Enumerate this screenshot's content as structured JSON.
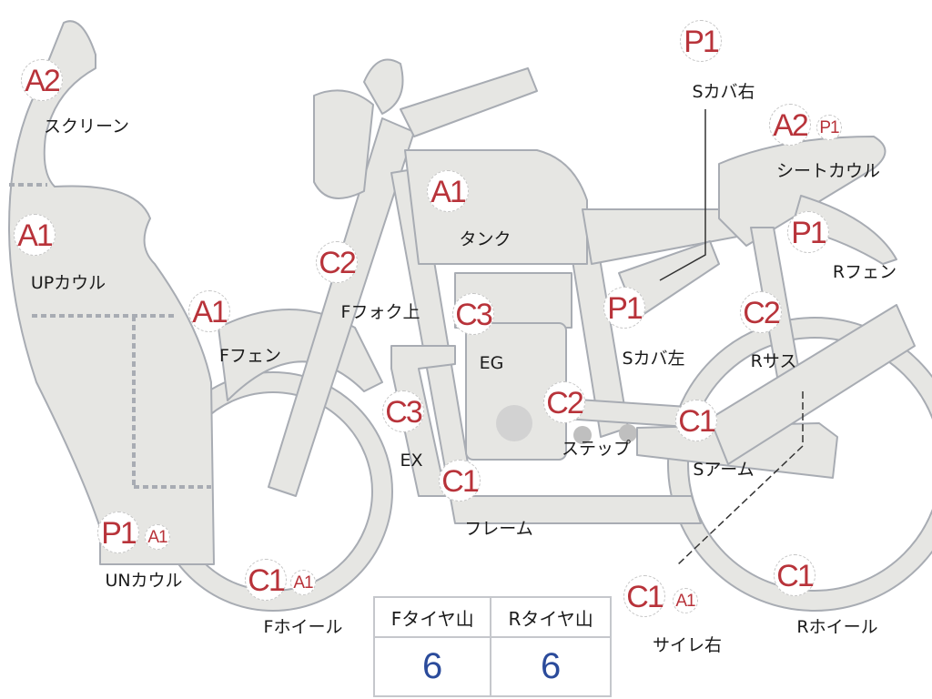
{
  "parts": [
    {
      "id": "screen",
      "label": "スクリーン",
      "grade": "A2"
    },
    {
      "id": "up-cowl",
      "label": "UPカウル",
      "grade": "A1"
    },
    {
      "id": "f-fender",
      "label": "Fフェン",
      "grade": "A1"
    },
    {
      "id": "f-fork-upper",
      "label": "Fフォク上",
      "grade": "C2"
    },
    {
      "id": "tank",
      "label": "タンク",
      "grade": "A1"
    },
    {
      "id": "engine",
      "label": "EG",
      "grade": "C3"
    },
    {
      "id": "exhaust",
      "label": "EX",
      "grade": "C3"
    },
    {
      "id": "step",
      "label": "ステップ",
      "grade": "C2"
    },
    {
      "id": "frame",
      "label": "フレーム",
      "grade": "C1"
    },
    {
      "id": "s-cover-right",
      "label": "Sカバ右",
      "grade": "P1"
    },
    {
      "id": "seat-cowl",
      "label": "シートカウル",
      "grade": "A2",
      "grade2": "P1"
    },
    {
      "id": "r-fender",
      "label": "Rフェン",
      "grade": "P1"
    },
    {
      "id": "s-cover-left",
      "label": "Sカバ左",
      "grade": "P1"
    },
    {
      "id": "r-suspension",
      "label": "Rサス",
      "grade": "C2"
    },
    {
      "id": "swing-arm",
      "label": "Sアーム",
      "grade": "C1"
    },
    {
      "id": "un-cowl",
      "label": "UNカウル",
      "grade": "P1",
      "grade2": "A1"
    },
    {
      "id": "f-wheel",
      "label": "Fホイール",
      "grade": "C1",
      "grade2": "A1"
    },
    {
      "id": "silencer-right",
      "label": "サイレ右",
      "grade": "C1",
      "grade2": "A1"
    },
    {
      "id": "r-wheel",
      "label": "Rホイール",
      "grade": "C1"
    }
  ],
  "tires": {
    "front_label": "Fタイヤ山",
    "rear_label": "Rタイヤ山",
    "front_value": "6",
    "rear_value": "6"
  },
  "colors": {
    "grade": "#b8333a",
    "tire_value": "#2b4b9b",
    "part_fill": "#e6e6e3",
    "part_stroke": "#a8acb3"
  }
}
